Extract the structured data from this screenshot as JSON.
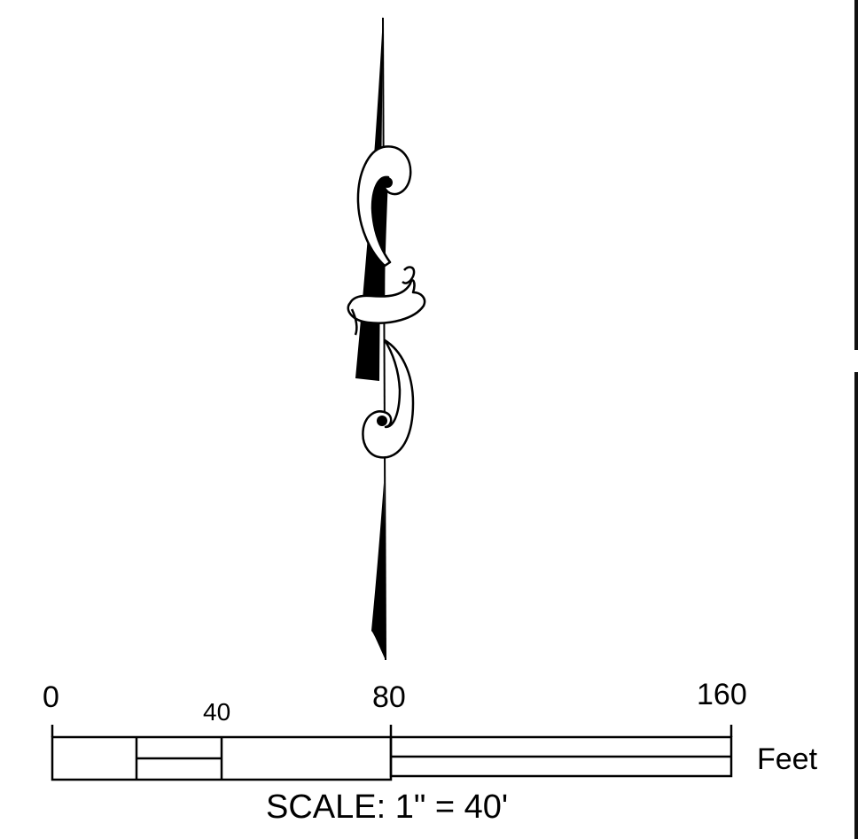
{
  "north_arrow": {
    "icon": "north-arrow-icon",
    "fill_color": "#000000",
    "outline_color": "#000000"
  },
  "scale_bar": {
    "tick_labels": [
      "0",
      "40",
      "80",
      "160"
    ],
    "units_label": "Feet",
    "scale_text": "SCALE: 1\" = 40'"
  }
}
